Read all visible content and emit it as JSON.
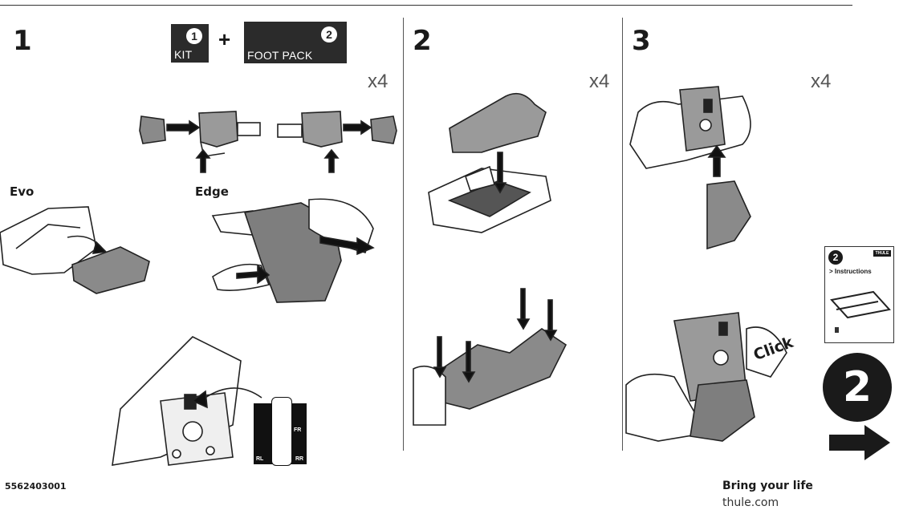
{
  "steps": {
    "step1": "1",
    "step2": "2",
    "step3": "3"
  },
  "kit_box": {
    "number": "1",
    "label": "KIT"
  },
  "plus": "+",
  "footpack_box": {
    "number": "2",
    "label": "FOOT PACK"
  },
  "quantity": {
    "step1": "x4",
    "step2": "x4",
    "step3": "x4"
  },
  "variants": {
    "evo": "Evo",
    "edge": "Edge"
  },
  "position_labels": {
    "fr": "FR",
    "rl": "RL",
    "rr": "RR"
  },
  "click_label": "Click",
  "thumbnail": {
    "number": "2",
    "title": "> Instructions",
    "logo": "THULE"
  },
  "next": {
    "number": "2",
    "icon": "right-arrow-icon"
  },
  "footer": {
    "product_code": "5562403001",
    "tagline": "Bring your life",
    "url": "thule.com"
  }
}
